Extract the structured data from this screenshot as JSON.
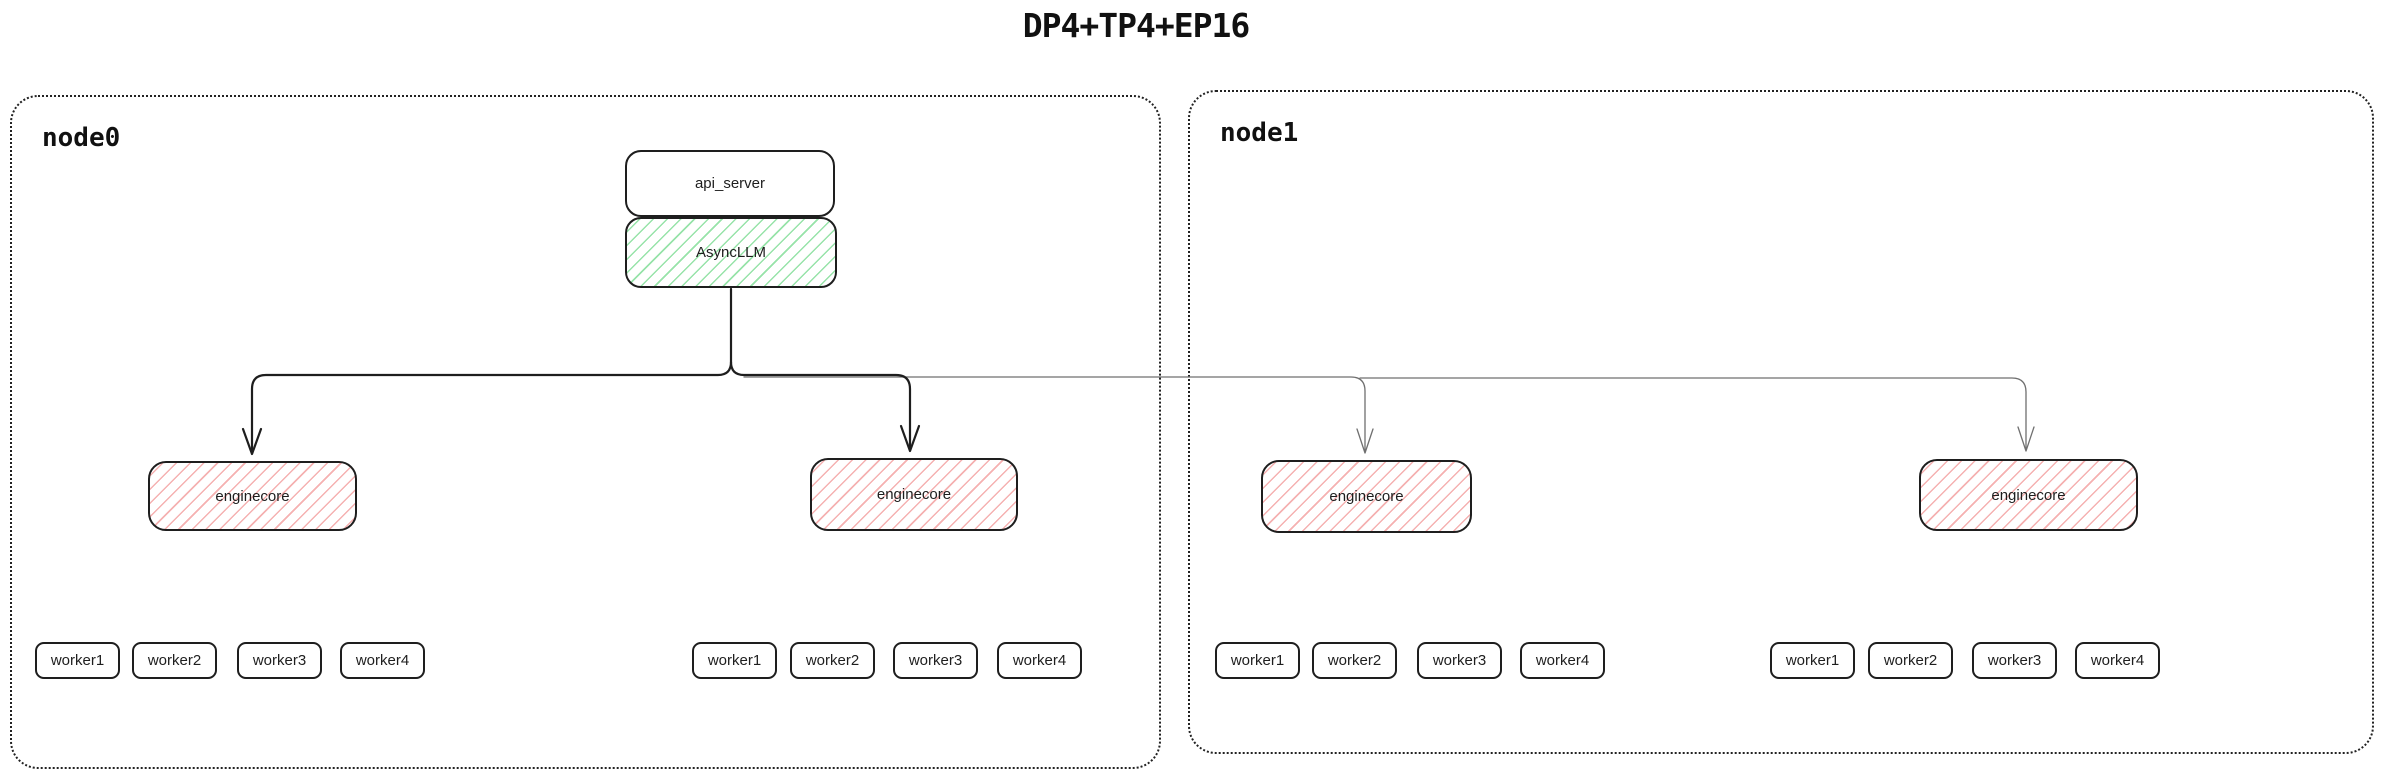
{
  "title": "DP4+TP4+EP16",
  "node0": {
    "label": "node0",
    "api_server_label": "api_server",
    "async_llm_label": "AsyncLLM"
  },
  "node1": {
    "label": "node1"
  },
  "enginecores": [
    {
      "label": "enginecore",
      "workers": [
        "worker1",
        "worker2",
        "worker3",
        "worker4"
      ]
    },
    {
      "label": "enginecore",
      "workers": [
        "worker1",
        "worker2",
        "worker3",
        "worker4"
      ]
    },
    {
      "label": "enginecore",
      "workers": [
        "worker1",
        "worker2",
        "worker3",
        "worker4"
      ]
    },
    {
      "label": "enginecore",
      "workers": [
        "worker1",
        "worker2",
        "worker3",
        "worker4"
      ]
    }
  ],
  "colors": {
    "stroke": "#1e1e1e",
    "red_hatch": "#f5b1b1",
    "green_hatch": "#97e3a9",
    "thin_connector": "#6f6f6f"
  }
}
